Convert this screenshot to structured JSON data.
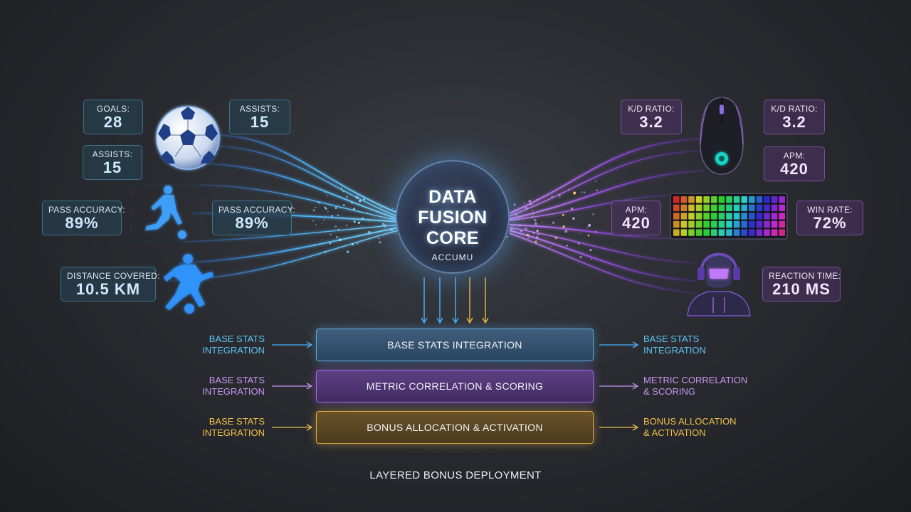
{
  "football_stats": [
    {
      "label": "GOALS:",
      "value": "28"
    },
    {
      "label": "ASSISTS:",
      "value": "15"
    },
    {
      "label": "ASSISTS:",
      "value": "15"
    },
    {
      "label": "PASS ACCURACY:",
      "value": "89%"
    },
    {
      "label": "PASS ACCURACY:",
      "value": "89%"
    },
    {
      "label": "DISTANCE COVERED:",
      "value": "10.5 KM"
    }
  ],
  "gaming_stats": [
    {
      "label": "K/D RATIO:",
      "value": "3.2"
    },
    {
      "label": "K/D RATIO:",
      "value": "3.2"
    },
    {
      "label": "APM:",
      "value": "420"
    },
    {
      "label": "APM:",
      "value": "420"
    },
    {
      "label": "WIN RATE:",
      "value": "72%"
    },
    {
      "label": "REACTION TIME:",
      "value": "210 MS"
    }
  ],
  "core": {
    "title": "DATA\nFUSION\nCORE",
    "subtitle": "ACCUMU"
  },
  "layers": [
    {
      "label": "BASE STATS INTEGRATION",
      "color": "#5fa9de"
    },
    {
      "label": "METRIC CORRELATION & SCORING",
      "color": "#a46be0"
    },
    {
      "label": "BONUS ALLOCATION & ACTIVATION",
      "color": "#e0ad48"
    }
  ],
  "left_labels": [
    {
      "text": "BASE STATS\nINTEGRATION",
      "color": "#5ec4f5"
    },
    {
      "text": "BASE STATS\nINTEGRATION",
      "color": "#c896f2"
    },
    {
      "text": "BASE STATS\nINTEGRATION",
      "color": "#f0c04a"
    }
  ],
  "right_labels": [
    {
      "text": "BASE STATS\nINTEGRATION",
      "color": "#5ec4f5"
    },
    {
      "text": "METRIC CORRELATION\n& SCORING",
      "color": "#c896f2"
    },
    {
      "text": "BONUS ALLOCATION\n& ACTIVATION",
      "color": "#f0c04a"
    }
  ],
  "footer": "LAYERED BONUS DEPLOYMENT",
  "colors": {
    "football": "#4aa8ff",
    "gaming": "#b06cf0",
    "bonus": "#f0b840",
    "background": "#2a2c31"
  },
  "icons": [
    "soccer-ball-icon",
    "footballer-kicking-icon",
    "footballer-dribbling-icon",
    "gaming-mouse-icon",
    "rgb-keyboard-icon",
    "gamer-headset-avatar-icon"
  ]
}
